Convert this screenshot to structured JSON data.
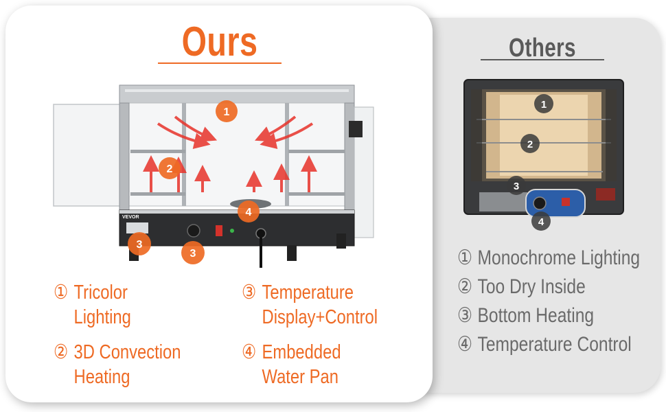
{
  "ours": {
    "title": "Ours",
    "features": [
      {
        "number": "①",
        "lines": [
          "Tricolor",
          "Lighting"
        ]
      },
      {
        "number": "②",
        "lines": [
          "3D Convection",
          "Heating"
        ]
      },
      {
        "number": "③",
        "lines": [
          "Temperature",
          "Display+Control"
        ]
      },
      {
        "number": "④",
        "lines": [
          "Embedded",
          "Water Pan"
        ]
      }
    ],
    "product_brand": "VEVOR",
    "badges": [
      "1",
      "2",
      "3",
      "3",
      "4"
    ],
    "accent_color": "#ee6a24"
  },
  "others": {
    "title": "Others",
    "features": [
      {
        "number": "①",
        "text": "Monochrome Lighting"
      },
      {
        "number": "②",
        "text": "Too Dry Inside"
      },
      {
        "number": "③",
        "text": "Bottom Heating"
      },
      {
        "number": "④",
        "text": "Temperature Control"
      }
    ],
    "badges": [
      "1",
      "2",
      "3",
      "4"
    ],
    "text_color": "#6a6a6a"
  }
}
